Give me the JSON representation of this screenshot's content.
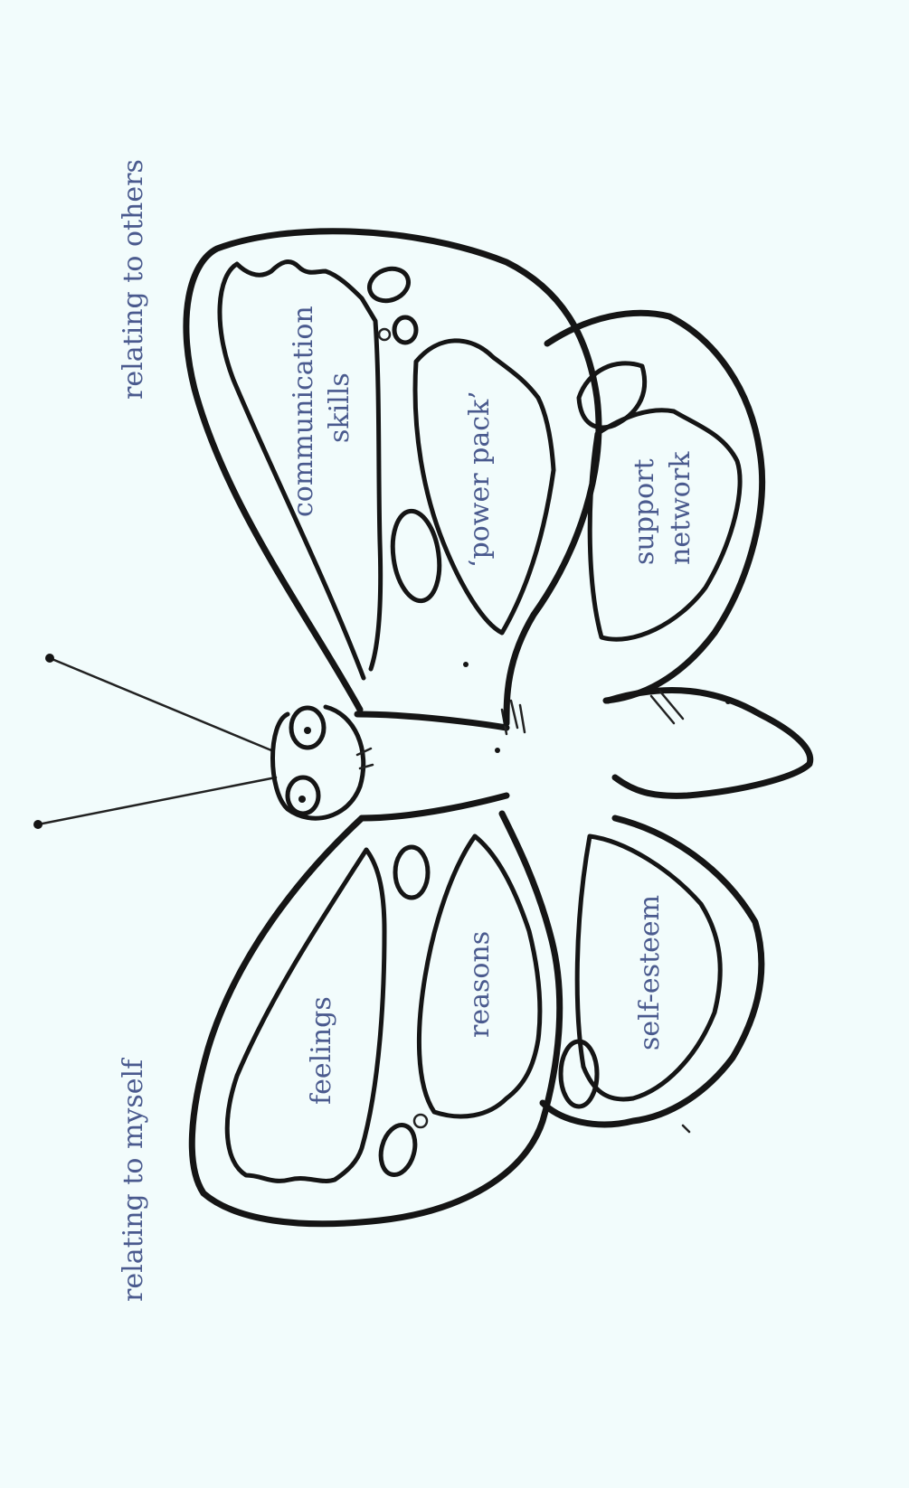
{
  "background_color": "#f2fcfc",
  "label_color": "#4a5a8e",
  "line_color": "#151515",
  "side_labels": {
    "relating_to_others": "relating to others",
    "relating_to_myself": "relating to myself"
  },
  "wing_labels": {
    "communication": [
      "communication",
      "skills"
    ],
    "power_pack": "‘power pack’",
    "support": [
      "support",
      "network"
    ],
    "feelings": "feelings",
    "reasons": "reasons",
    "self_esteem": "self-esteem"
  }
}
